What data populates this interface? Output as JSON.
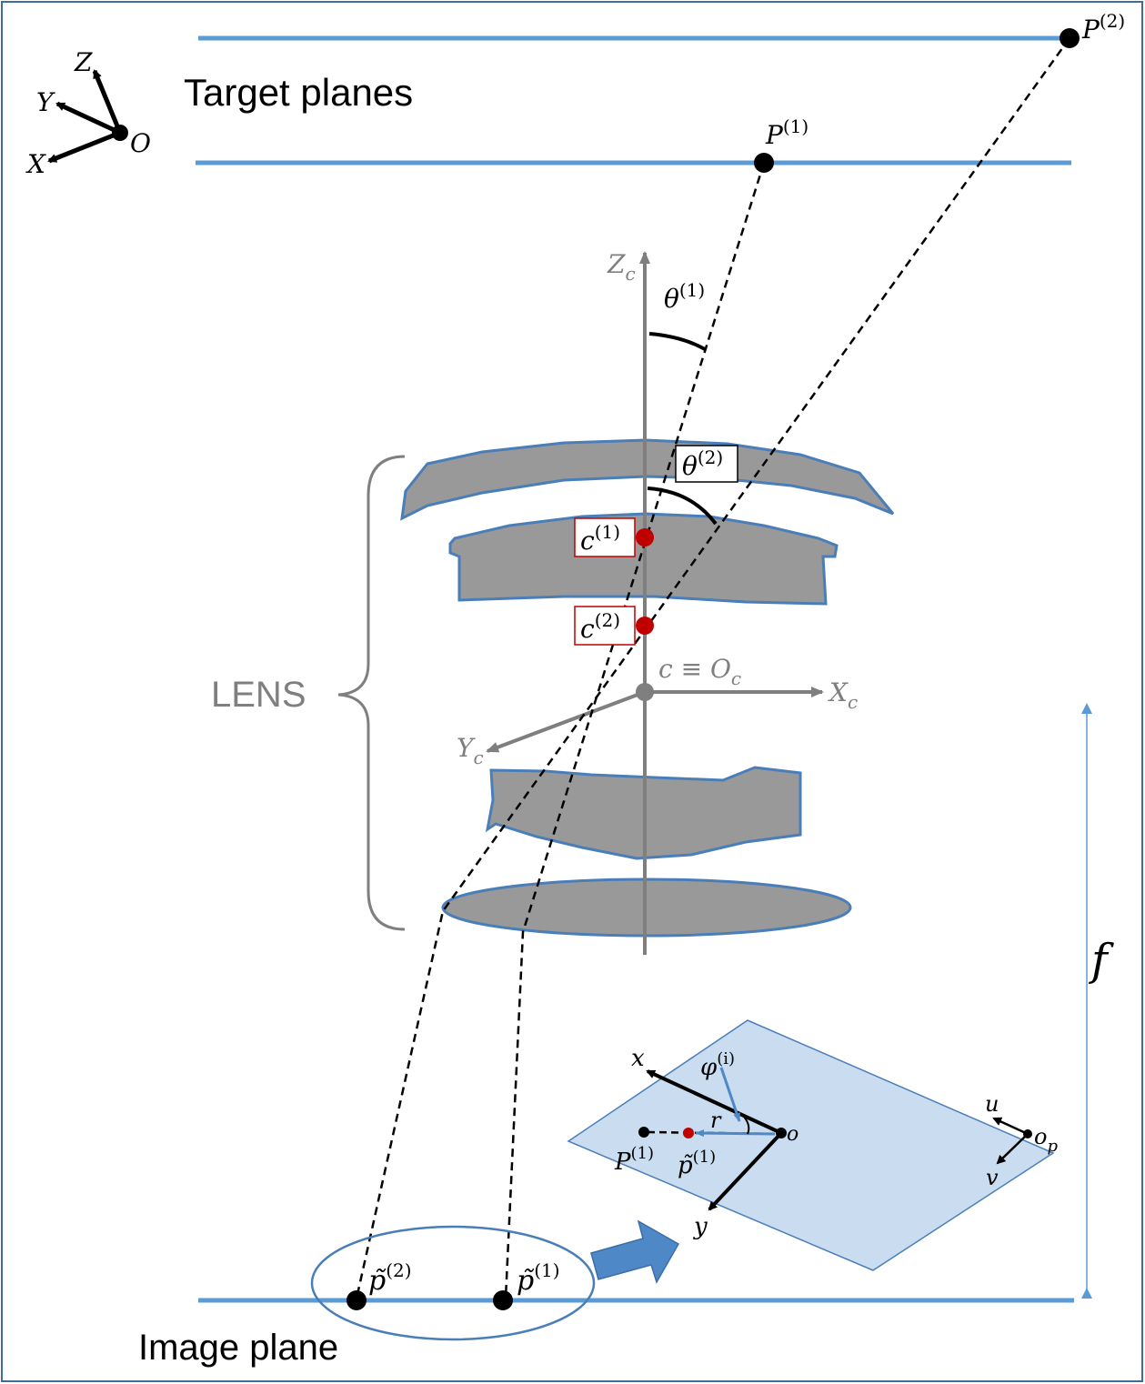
{
  "labels": {
    "target_planes": "Target planes",
    "image_plane": "Image plane",
    "lens": "LENS",
    "focal_length": "f",
    "world_axes": {
      "z": "Z",
      "y": "Y",
      "x": "X",
      "origin": "O"
    },
    "camera_axes": {
      "z": "Z",
      "z_sub": "c",
      "x": "X",
      "x_sub": "c",
      "y": "Y",
      "y_sub": "c",
      "center": "c ≡ O",
      "center_sub": "c"
    },
    "points": {
      "P2": "P",
      "P2_sup": "(2)",
      "P1": "P",
      "P1_sup": "(1)",
      "p2_tilde": "p̃",
      "p2_tilde_sup": "(2)",
      "p1_tilde": "p̃",
      "p1_tilde_sup": "(1)"
    },
    "angles": {
      "theta1": "θ",
      "theta1_sup": "(1)",
      "theta2": "θ",
      "theta2_sup": "(2)"
    },
    "centers": {
      "c1": "c",
      "c1_sup": "(1)",
      "c2": "c",
      "c2_sup": "(2)"
    },
    "inset": {
      "x": "x",
      "y": "y",
      "u": "u",
      "v": "v",
      "o": "o",
      "op": "o",
      "op_sub": "p",
      "phi": "φ",
      "phi_sup": "(i)",
      "r": "r",
      "P1": "P",
      "P1_sup": "(1)",
      "p1_tilde": "p̃",
      "p1_tilde_sup": "(1)"
    }
  },
  "colors": {
    "plane_line": "#5b9bd5",
    "lens_fill": "#999999",
    "lens_stroke": "#4a7eb8",
    "axis_gray": "#7f7f7f",
    "point_black": "#000000",
    "center_red": "#c00000",
    "inset_fill": "#c9dcf0",
    "inset_stroke": "#4a7eb8",
    "arrow_blue": "#4f88c6",
    "border": "#3e6d9c"
  }
}
